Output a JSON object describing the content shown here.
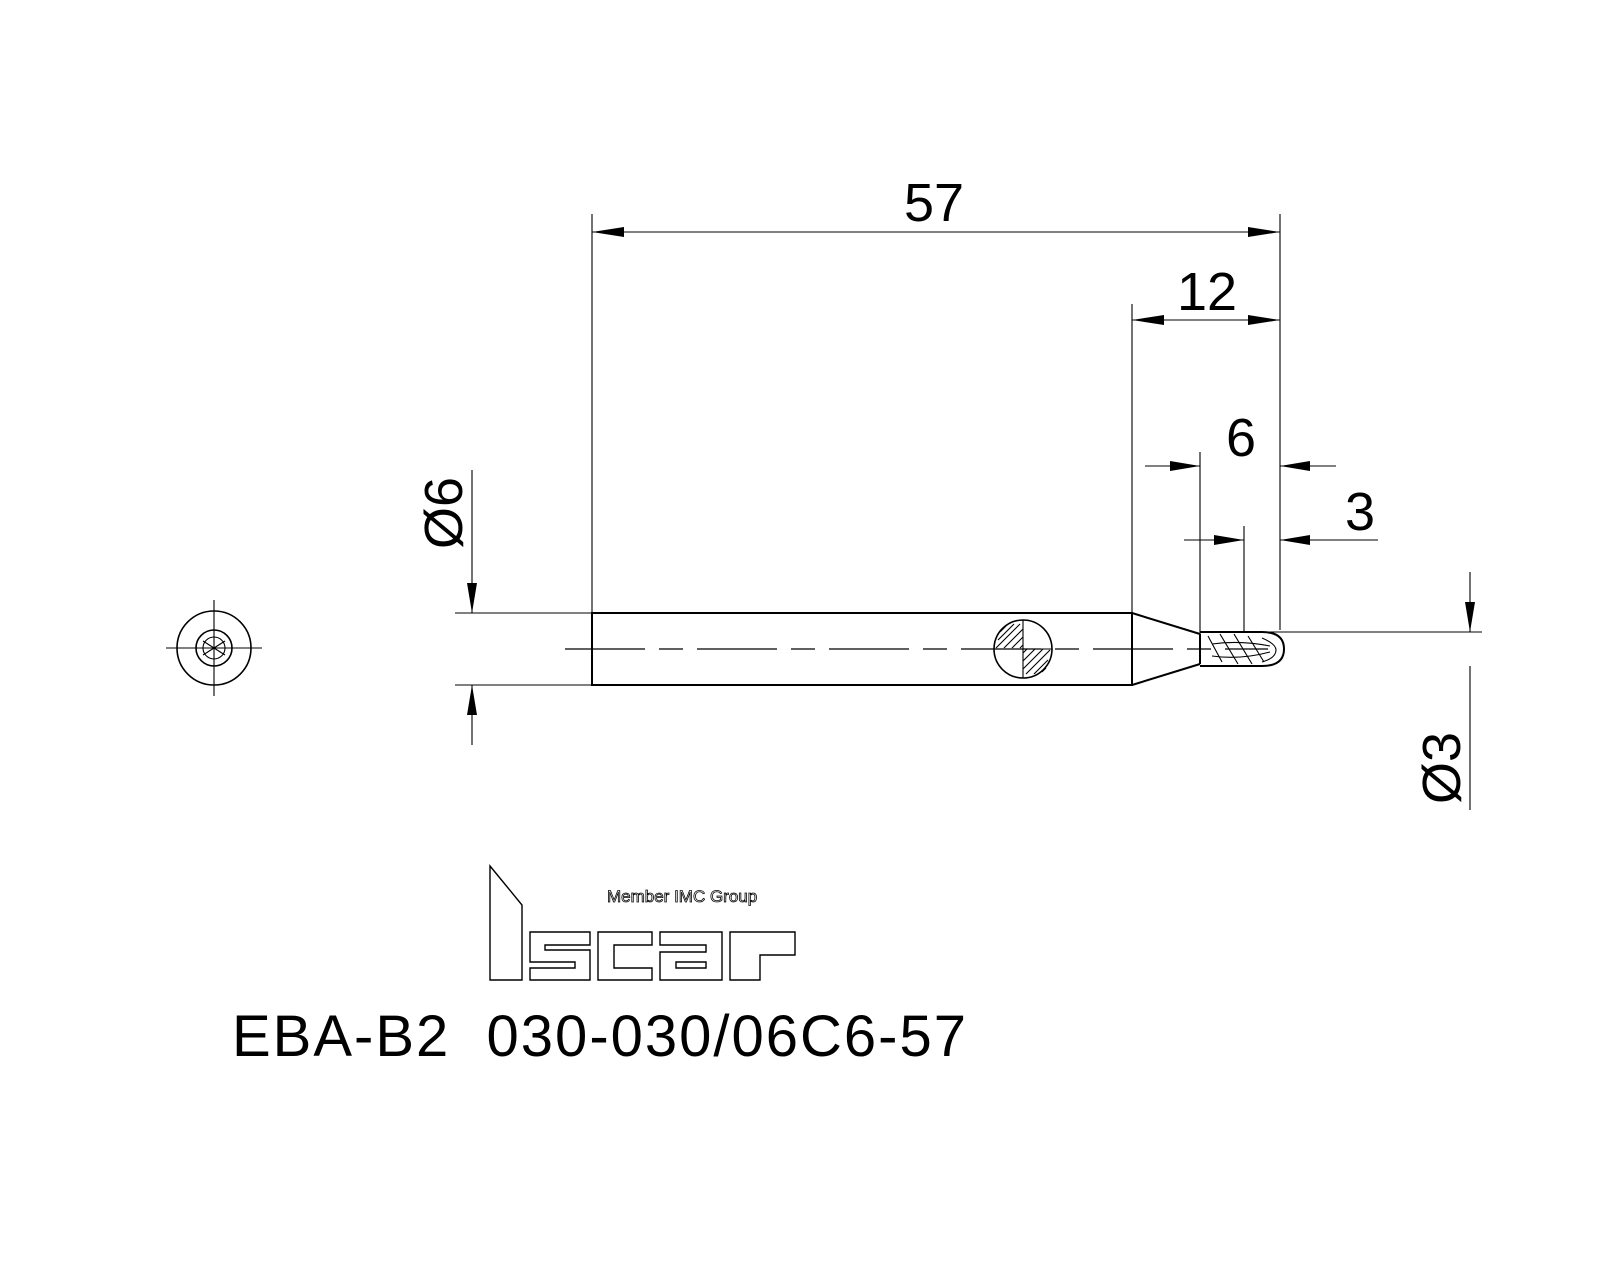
{
  "dimensions": {
    "overall_length": "57",
    "reach_length": "12",
    "flute_length": "6",
    "ball_dimension": "3",
    "shank_diameter": "Ø6",
    "cutting_diameter": "Ø3"
  },
  "logo": {
    "brand": "iscar",
    "tagline": "Member IMC Group"
  },
  "part_number": "EBA-B2  030-030/06C6-57",
  "colors": {
    "line": "#000000",
    "background": "#ffffff"
  }
}
